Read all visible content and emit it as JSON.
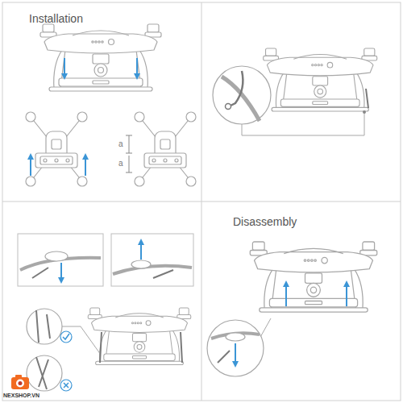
{
  "diagram": {
    "labels": [
      "Installation",
      "a",
      "a",
      "Disassembly",
      "NEXSHOP.VN"
    ]
  }
}
